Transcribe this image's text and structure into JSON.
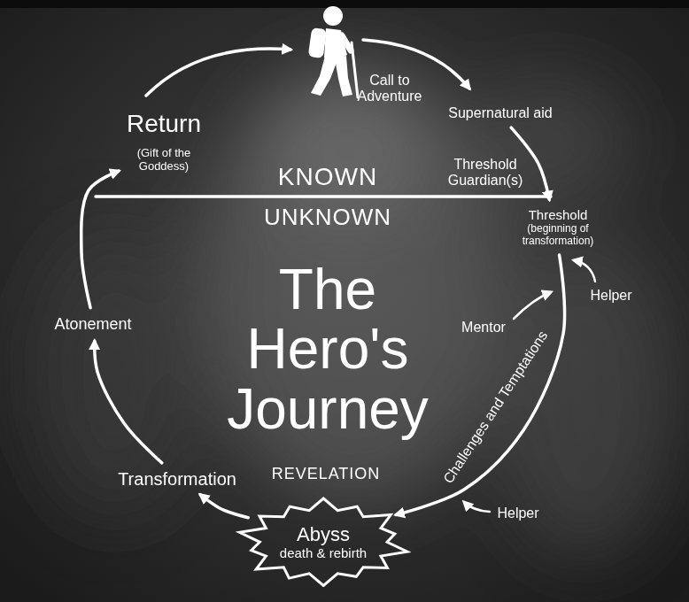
{
  "diagram": {
    "title": "The Hero's Journey",
    "nodes": [
      {
        "text": [
          "Supernatural aid"
        ]
      },
      {
        "text": [
          "Threshold",
          "(beginning of transformation)"
        ]
      },
      {
        "text": [
          "Abyss",
          "death & rebirth"
        ]
      },
      {
        "text": [
          "Transformation"
        ]
      },
      {
        "text": [
          "Atonement"
        ]
      },
      {
        "text": [
          "Return",
          "(Gift of the Goddess)"
        ]
      }
    ],
    "edges": [
      {
        "from": 0,
        "to": 1,
        "arrow": "to"
      },
      {
        "from": 1,
        "to": 2,
        "label": "Challenges and Temptations",
        "arrow": "to"
      },
      {
        "from": 2,
        "to": 3,
        "arrow": "to"
      },
      {
        "from": 3,
        "to": 4,
        "arrow": "to"
      },
      {
        "from": 4,
        "to": 5,
        "arrow": "to"
      }
    ],
    "labels": [
      "Call to Adventure",
      "Threshold Guardian(s)",
      "KNOWN",
      "UNKNOWN",
      "Helper",
      "Mentor",
      "Helper",
      "REVELATION"
    ]
  }
}
